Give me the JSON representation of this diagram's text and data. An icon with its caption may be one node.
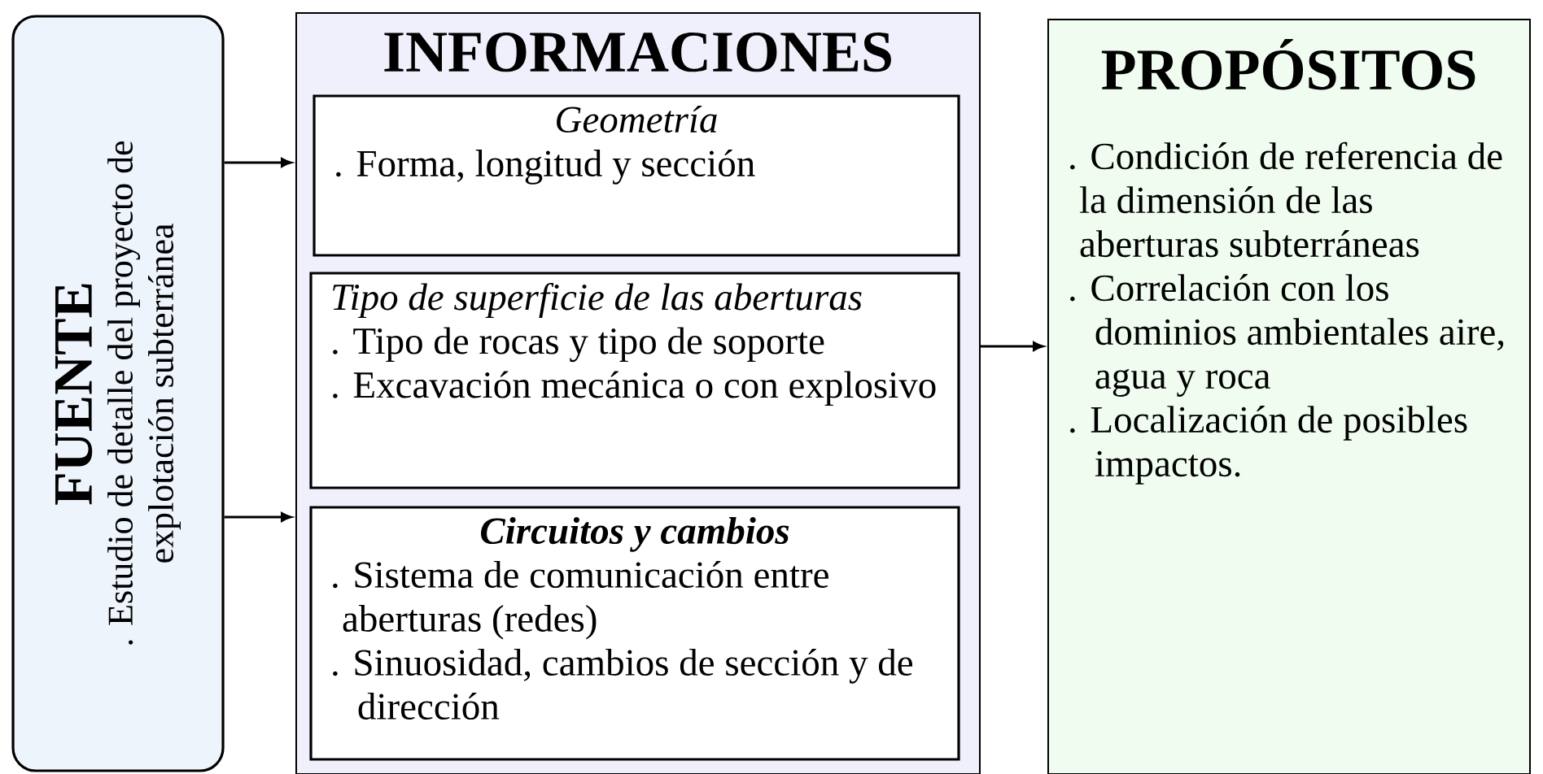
{
  "diagram": {
    "nodes": [
      {
        "text": [
          "FUENTE",
          ". Estudio de detalle del proyecto de explotación subterránea"
        ]
      },
      {
        "text": [
          "INFORMACIONES"
        ]
      },
      {
        "text": [
          "Geometría",
          ". Forma, longitud y sección"
        ],
        "in": 1
      },
      {
        "text": [
          "Tipo de superficie de las aberturas",
          ". Tipo de rocas y tipo de soporte",
          ". Excavación mecánica o con explosivo"
        ],
        "in": 1
      },
      {
        "text": [
          "Circuitos y cambios",
          ". Sistema de comunicación entre aberturas (redes)",
          ". Sinuosidad, cambios de sección y de dirección"
        ],
        "in": 1
      },
      {
        "text": [
          "PROPÓSITOS",
          ". Condición de referencia de la dimensión de las aberturas subterráneas",
          ". Correlación con los dominios ambientales aire, agua y roca",
          ". Localización de posibles impactos."
        ]
      }
    ],
    "edges": [
      {
        "from": 0,
        "to": 1,
        "arrow": "to"
      },
      {
        "from": 0,
        "to": 1,
        "arrow": "to"
      },
      {
        "from": 1,
        "to": 5,
        "arrow": "to"
      }
    ]
  }
}
